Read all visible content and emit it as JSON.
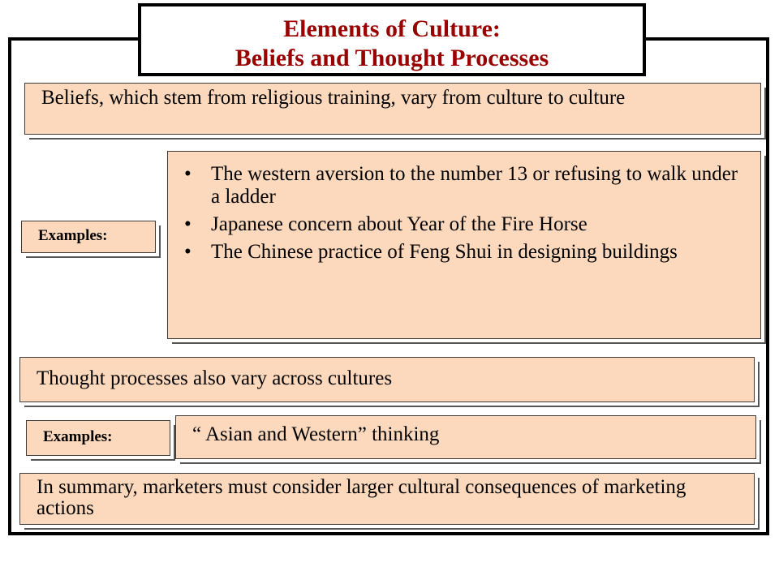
{
  "title": {
    "line1": "Elements of Culture:",
    "line2": "Beliefs and Thought Processes"
  },
  "beliefs_box": {
    "text": "Beliefs, which stem from religious training, vary from culture to culture"
  },
  "examples_label_1": "Examples:",
  "examples_list": {
    "bullet_glyph": "•",
    "items": [
      "The western aversion to the number 13 or refusing to walk under a ladder",
      "Japanese concern about Year of the Fire Horse",
      "The Chinese practice of Feng Shui in designing buildings"
    ]
  },
  "thought_box": {
    "text": "Thought processes also vary across cultures"
  },
  "examples_label_2": "Examples:",
  "thinking_box": {
    "text": "“ Asian and Western” thinking"
  },
  "summary_box": {
    "text": "In summary, marketers must consider larger cultural consequences of marketing actions"
  },
  "colors": {
    "title_red": "#990000",
    "box_fill": "#fcd9bd",
    "frame": "#000000"
  }
}
